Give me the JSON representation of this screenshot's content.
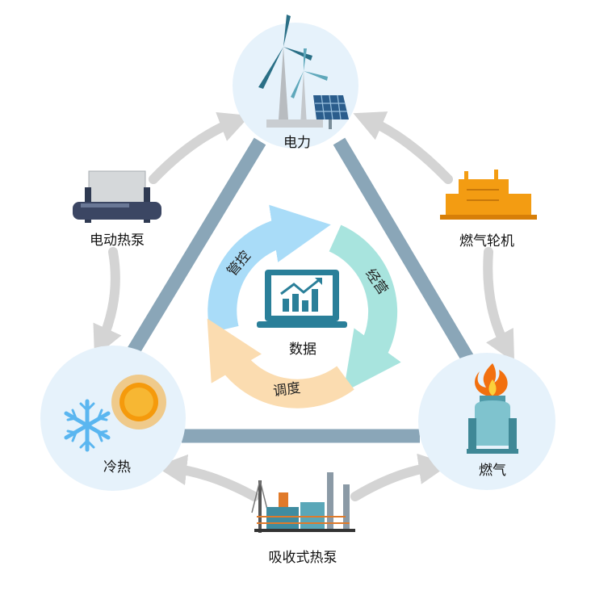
{
  "nodes": {
    "power": "电力",
    "cold_heat": "冷热",
    "gas": "燃气"
  },
  "converters": {
    "electric_heat_pump": "电动热泵",
    "gas_turbine": "燃气轮机",
    "absorption_heat_pump": "吸收式热泵"
  },
  "center": {
    "data_label": "数据",
    "control": "管控",
    "operation": "经营",
    "dispatch": "调度"
  },
  "colors": {
    "circle": "#e6f2fb",
    "triangle": "#8aa6b8",
    "gray_arrow": "#d4d4d4",
    "control_arc": "#a9dcf8",
    "operation_arc": "#a8e4de",
    "dispatch_arc": "#fbdcb0",
    "laptop": "#2a7f99",
    "orange": "#f39c12"
  }
}
